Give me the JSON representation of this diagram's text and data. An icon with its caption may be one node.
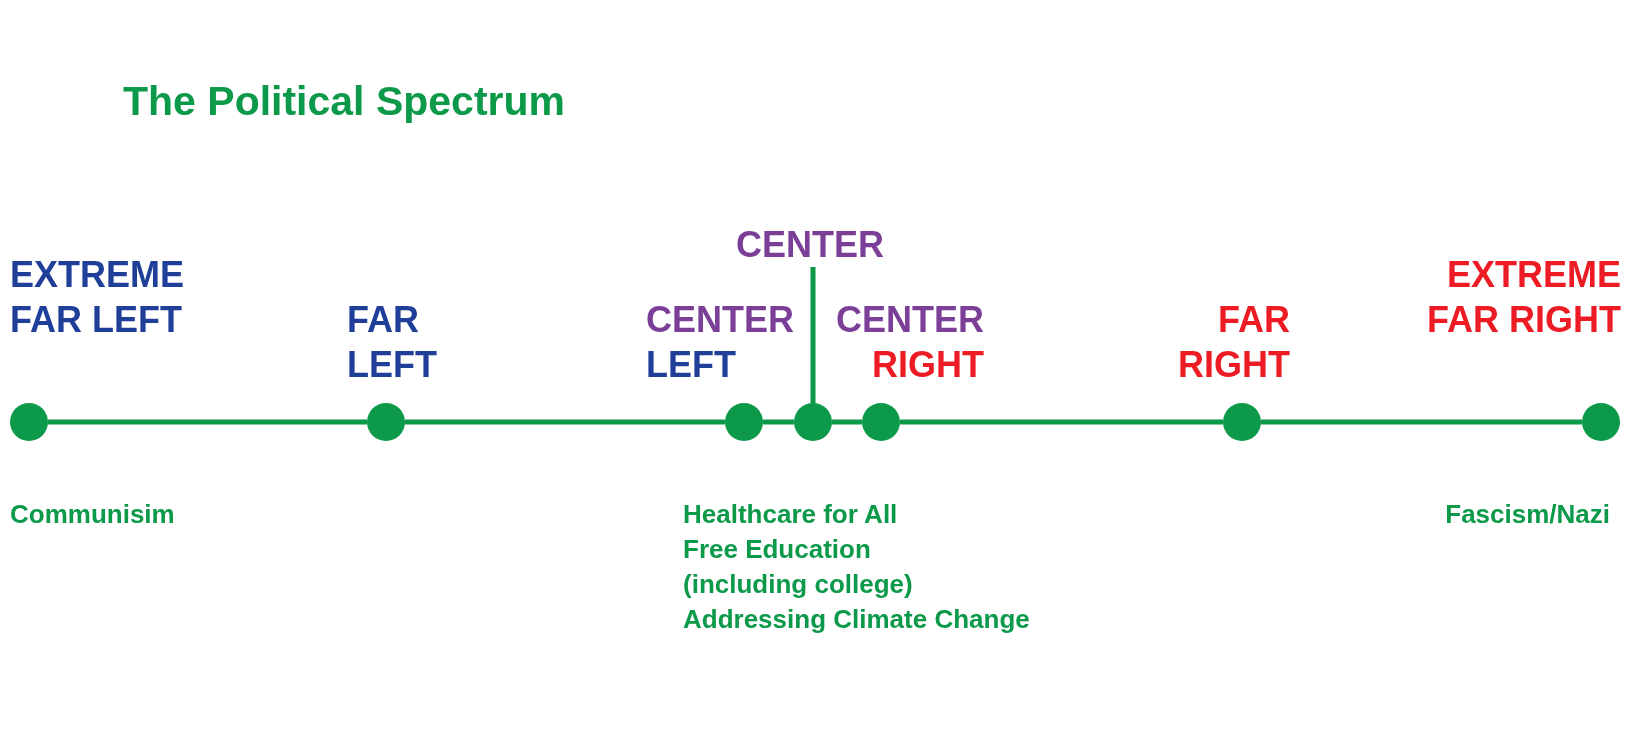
{
  "diagram": {
    "title": "The Political Spectrum",
    "nodes": [
      {
        "text": [
          "EXTREME FAR LEFT"
        ],
        "beside": [
          "Communisim"
        ]
      },
      {
        "text": [
          "FAR LEFT"
        ]
      },
      {
        "text": [
          "CENTER",
          "LEFT"
        ]
      },
      {
        "text": [],
        "shape": "circle"
      },
      {
        "text": [
          "CENTER",
          "RIGHT"
        ]
      },
      {
        "text": [
          "FAR RIGHT"
        ]
      },
      {
        "text": [
          "EXTREME FAR RIGHT"
        ],
        "beside": [
          "Fascism/Nazi"
        ]
      },
      {
        "text": [
          "CENTER"
        ]
      }
    ],
    "edges": [
      {
        "from": 0,
        "to": 1,
        "arrow": "none"
      },
      {
        "from": 1,
        "to": 2,
        "arrow": "none"
      },
      {
        "from": 2,
        "to": 3,
        "arrow": "none"
      },
      {
        "from": 3,
        "to": 4,
        "arrow": "none"
      },
      {
        "from": 4,
        "to": 5,
        "arrow": "none"
      },
      {
        "from": 5,
        "to": 6,
        "arrow": "none"
      },
      {
        "from": 7,
        "to": 3,
        "arrow": "none"
      }
    ],
    "labels": [
      "Healthcare for All",
      "Free Education (including college)",
      "Addressing Climate Change"
    ]
  }
}
